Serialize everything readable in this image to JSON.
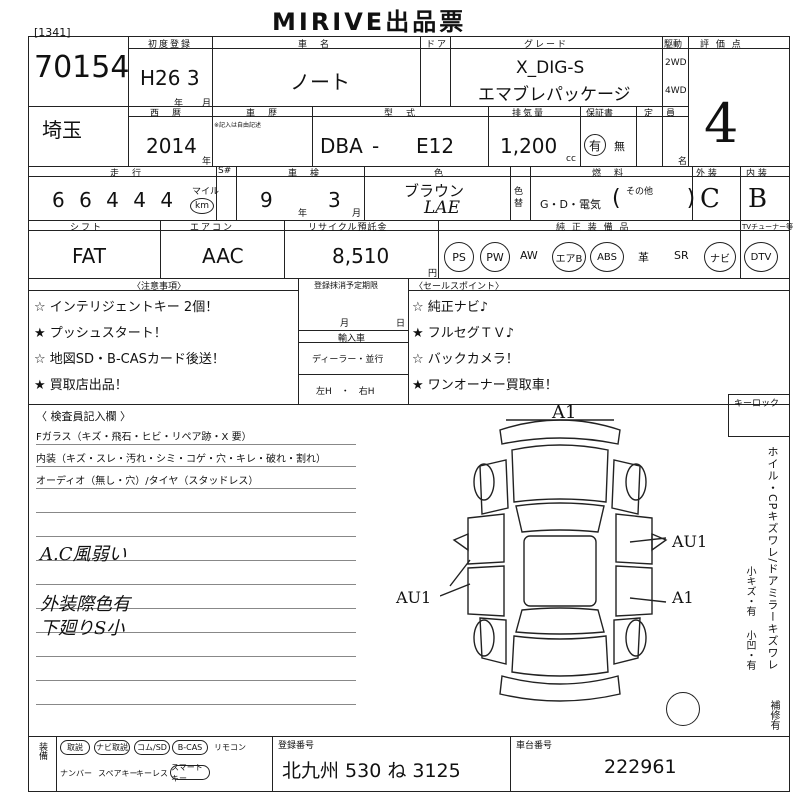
{
  "header": {
    "title": "MIRIVE出品票",
    "lot_bracket": "[1341]",
    "lot_number": "70154",
    "region": "埼玉"
  },
  "row1": {
    "label_first_reg": "初度登録",
    "label_car_name": "車　名",
    "label_door": "ドア",
    "label_grade": "グレード",
    "label_doors_type": "駆動",
    "label_score": "評 価 点",
    "first_reg_value": "H26 3",
    "year_unit": "年",
    "month_unit": "月",
    "car_name": "ノート",
    "grade_line1": "X_DIG-S",
    "grade_line2": "エマブレパッケージ",
    "drive_2wd": "2WD",
    "drive_4wd": "4WD",
    "score": "4"
  },
  "row2": {
    "label_western": "西　暦",
    "label_inspection": "車　歴",
    "sub_note": "※記入は自由記述",
    "label_type": "型　式",
    "label_displacement": "排気量",
    "label_warranty": "保証書",
    "label_capacity": "定　員",
    "year_value": "2014",
    "year_unit": "年",
    "type_prefix": "DBA",
    "type_dash": "-",
    "type_code": "E12",
    "displacement": "1,200",
    "cc_unit": "cc",
    "warranty_yes": "有",
    "warranty_no": "無",
    "capacity_unit": "名"
  },
  "row3": {
    "label_mileage": "走　行",
    "label_sharp": "S#",
    "label_inspection": "車　検",
    "label_color": "色",
    "label_fuel": "燃　料",
    "label_exterior": "外 装",
    "label_interior": "内 装",
    "mileage": "6 6 4 4 4",
    "mileage_unit_top": "マイル",
    "mileage_unit_km": "km",
    "inspection_year": "9",
    "inspection_year_unit": "年",
    "inspection_month": "3",
    "inspection_month_unit": "月",
    "color_text": "ブラウン",
    "color_code": "LAE",
    "color_change_label": "色替",
    "fuel_options": "G・D・電気",
    "fuel_other": "その他",
    "exterior_grade": "C",
    "interior_grade": "B"
  },
  "row4": {
    "label_shift": "シフト",
    "label_aircon": "エアコン",
    "label_recycle": "リサイクル預託金",
    "label_equipment": "純 正 装 備 品",
    "label_tuner": "TVチューナー等",
    "shift_value": "FAT",
    "aircon_value": "AAC",
    "recycle_value": "8,510",
    "yen_unit": "円",
    "equipment": [
      "PS",
      "PW",
      "AW",
      "エアB",
      "ABS",
      "革",
      "SR",
      "ナビ",
      "DTV"
    ]
  },
  "notes": {
    "label_notes": "〈注意事項〉",
    "label_date": "登録抹消予定期限",
    "label_import": "輸入車",
    "month_text": "月",
    "day_text": "日",
    "dealer_text": "ディーラー・並行",
    "steering_text": "左H　・　右H",
    "label_sales": "〈セールスポイント〉",
    "left_items": [
      "☆ インテリジェントキー 2個！",
      "★ プッシュスタート！",
      "☆ 地図SD・B-CASカード後送！",
      "★ 買取店出品！"
    ],
    "right_items": [
      "☆ 純正ナビ♪",
      "★ フルセグＴＶ♪",
      "☆ バックカメラ！",
      "★ ワンオーナー買取車！"
    ]
  },
  "inspector": {
    "label": "〈 検査員記入欄 〉",
    "line1": "Fガラス（キズ・飛石・ヒビ・リペア跡・X 要）",
    "line2": "内装（キズ・スレ・汚れ・シミ・コゲ・穴・キレ・破れ・割れ）",
    "line3": "オーディオ（無し・穴）/タイヤ（スタッドレス）",
    "hand1": "A.C風弱い",
    "hand2": "外装際色有",
    "hand3": "下廻りS小",
    "diagram_marks": [
      "A1",
      "AU1",
      "AU1",
      "A1"
    ],
    "key_lock_label": "キーロック",
    "side_text": "ホイル・CPキズワレ/ドアミラーキズワレ",
    "side_sub1": "小キズ・有",
    "side_sub2": "小凹・有",
    "side_sub3": "補修有"
  },
  "footer": {
    "label_equip": "装備",
    "chips_row1": [
      "取説",
      "ナビ取説",
      "コム/SD",
      "B-CAS",
      "リモコン"
    ],
    "chips_row2": [
      "ナンバー",
      "スペアキー",
      "キーレス",
      "スマートキー"
    ],
    "label_plate": "登録番号",
    "plate": "北九州 530 ね 3125",
    "label_chassis": "車台番号",
    "chassis": "222961"
  }
}
